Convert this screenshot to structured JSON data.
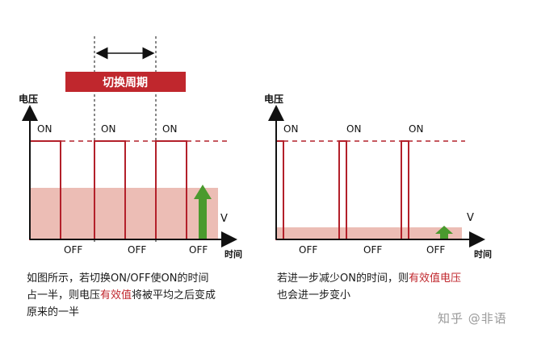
{
  "left_diagram": {
    "y_axis_label": "电压",
    "x_axis_label": "时间",
    "banner_label": "切换周期",
    "on_labels": [
      "ON",
      "ON",
      "ON"
    ],
    "off_labels": [
      "OFF",
      "OFF",
      "OFF"
    ],
    "v_label": "V",
    "duty_cycle": 0.5
  },
  "right_diagram": {
    "y_axis_label": "电压",
    "x_axis_label": "时间",
    "on_labels": [
      "ON",
      "ON",
      "ON"
    ],
    "off_labels": [
      "OFF",
      "OFF",
      "OFF"
    ],
    "v_label": "V",
    "duty_cycle": 0.12
  },
  "captions": {
    "left": {
      "line1": "如图所示，若切换ON/OFF使ON的时间",
      "line2_a": "占一半，则电压",
      "line2_hl": "有效值",
      "line2_b": "将被平均之后变成",
      "line3": "原来的一半"
    },
    "right": {
      "line1_a": "若进一步减少ON的时间，则",
      "line1_hl": "有效值电压",
      "line2": "也会进一步变小"
    }
  },
  "watermark": "知乎 @非语",
  "colors": {
    "pulse": "#b3202a",
    "banner": "#c0272d",
    "fill": "#ecbdb5",
    "arrow_green": "#4a9a2e",
    "axis": "#111111"
  }
}
